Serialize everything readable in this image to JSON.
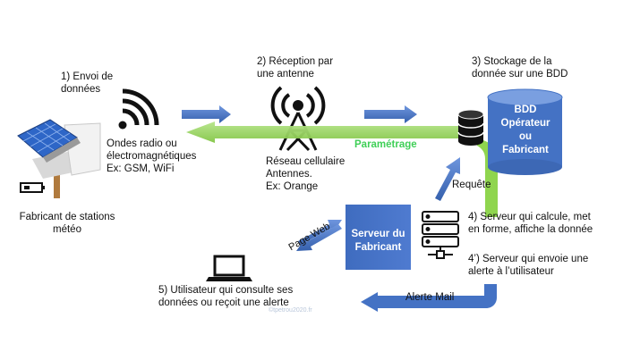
{
  "step1": {
    "title": "1) Envoi de\ndonnées",
    "waves": "Ondes radio ou\nélectromagnétiques\nEx: GSM, WiFi"
  },
  "station": {
    "label": "Fabricant de stations\nmétéo"
  },
  "step2": {
    "title": "2) Réception par\nune antenne",
    "network": "Réseau cellulaire\nAntennes.\nEx: Orange"
  },
  "step3": {
    "title": "3) Stockage de la\ndonnée sur une BDD"
  },
  "bdd": {
    "label": "BDD\nOpérateur\nou\nFabricant"
  },
  "parametrage": "Paramétrage",
  "requete": "Requête",
  "server": {
    "label": "Serveur du\nFabricant"
  },
  "page_web": "Page Web",
  "step4": "4) Serveur qui calcule, met\nen forme, affiche la donnée",
  "step4b": "4’) Serveur qui envoie une\nalerte à l’utilisateur",
  "alerte": "Alerte Mail",
  "step5": "5) Utilisateur qui consulte ses\ndonnées ou reçoit une alerte",
  "watermark": "©tpetrou2020.fr",
  "colors": {
    "blue": "#4472c4",
    "green": "#92d050",
    "text": "#111111"
  },
  "icons": [
    "weather-station-icon",
    "battery-icon",
    "wifi-icon",
    "antenna-tower-icon",
    "database-icon",
    "server-rack-icon",
    "laptop-icon"
  ]
}
